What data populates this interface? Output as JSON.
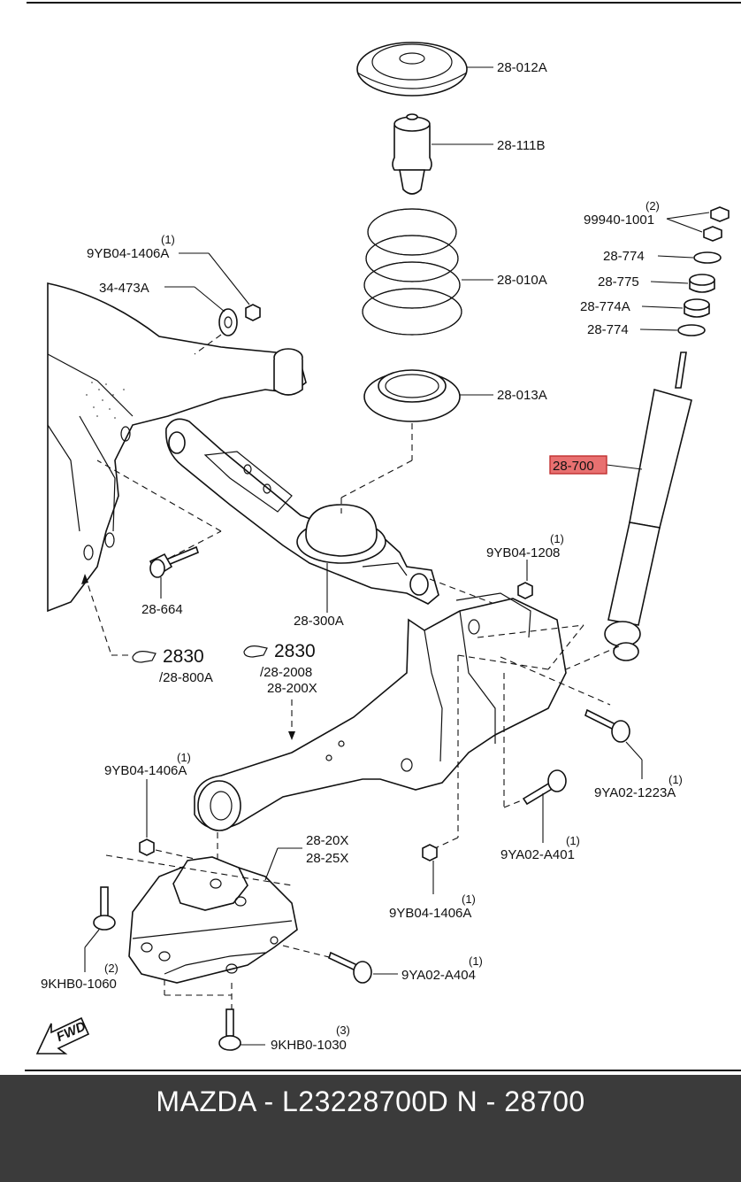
{
  "labels": {
    "upper_mount": "28-012A",
    "bump_stop": "28-111B",
    "coil_spring": "28-010A",
    "spring_seat": "28-013A",
    "shock_absorber": "28-700",
    "nut_top": "99940-1001",
    "nut_top_qty": "(2)",
    "washer_upper": "28-774",
    "bushing_upper": "28-775",
    "bushing_lower": "28-774A",
    "washer_lower": "28-774",
    "nut_arm_top": "9YB04-1406A",
    "nut_arm_top_qty": "(1)",
    "washer_arm": "34-473A",
    "bolt_arm": "28-664",
    "lower_arm": "28-300A",
    "nut_knuckle": "9YB04-1208",
    "nut_knuckle_qty": "(1)",
    "ref_left_num": "2830",
    "ref_left_sub": "/28-800A",
    "ref_right_num": "2830",
    "ref_right_sub1": "/28-2008",
    "ref_right_sub2": "28-200X",
    "bolt_knuckle": "9YA02-1223A",
    "bolt_knuckle_qty": "(1)",
    "nut_trailing": "9YB04-1406A",
    "nut_trailing_qty": "(1)",
    "bracket": "28-20X",
    "bracket2": "28-25X",
    "bolt_center": "9YA02-A401",
    "bolt_center_qty": "(1)",
    "nut_bottom": "9YB04-1406A",
    "nut_bottom_qty": "(1)",
    "bolt_bracket_left": "9KHB0-1060",
    "bolt_bracket_left_qty": "(2)",
    "bolt_bracket_side": "9YA02-A404",
    "bolt_bracket_side_qty": "(1)",
    "bolt_bracket_bottom": "9KHB0-1030",
    "bolt_bracket_bottom_qty": "(3)",
    "fwd": "FWD"
  },
  "highlight_color": "#e87070",
  "footer": {
    "text": "MAZDA - L23228700D    N - 28700"
  }
}
